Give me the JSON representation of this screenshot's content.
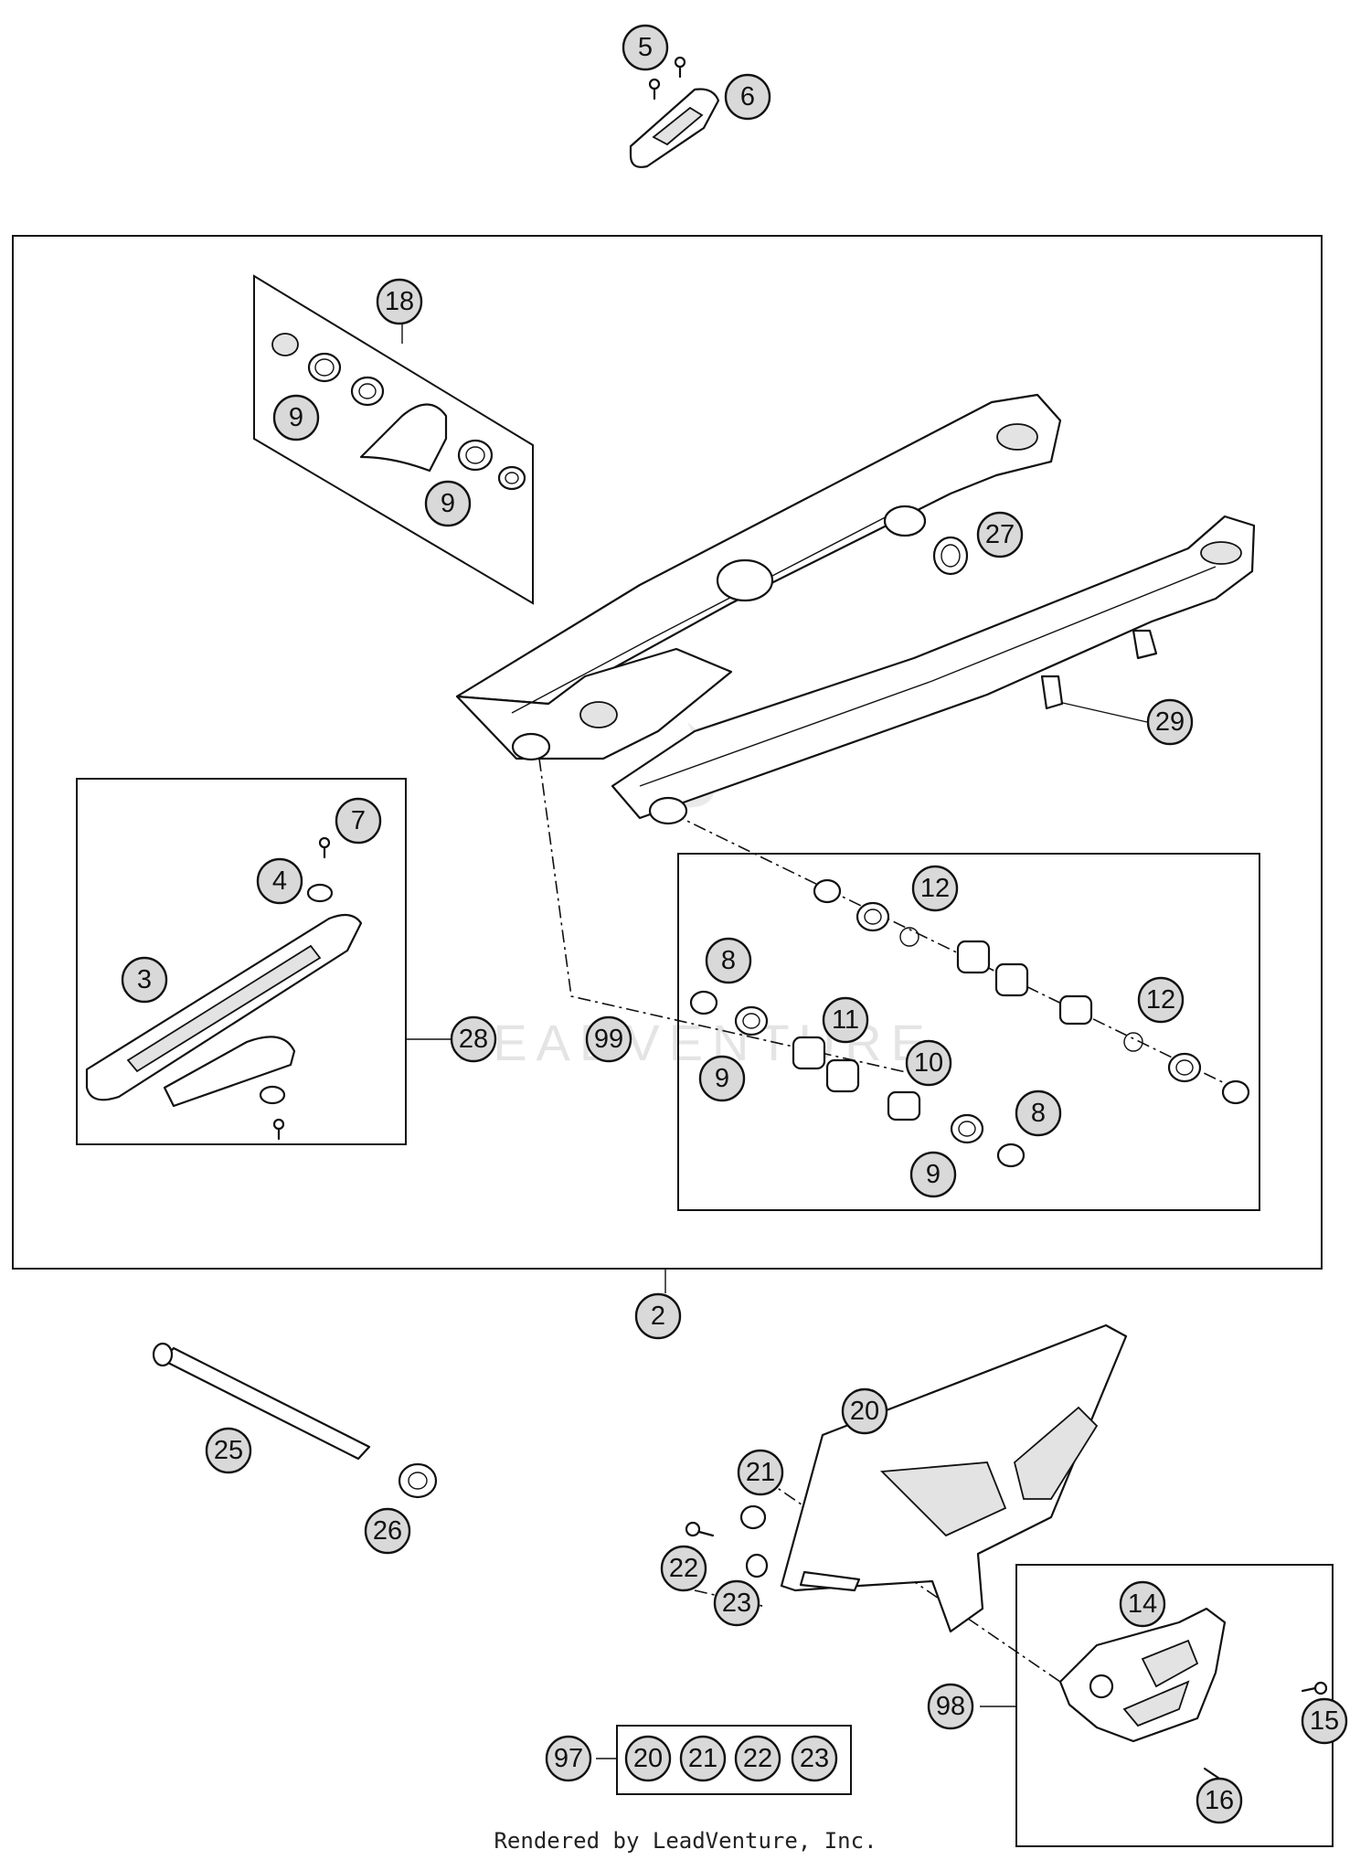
{
  "callouts": {
    "c5": "5",
    "c6": "6",
    "c18": "18",
    "c9a": "9",
    "c9b": "9",
    "c27": "27",
    "c29": "29",
    "c7": "7",
    "c4": "4",
    "c3": "3",
    "c28": "28",
    "c12a": "12",
    "c12b": "12",
    "c8a": "8",
    "c8b": "8",
    "c99": "99",
    "c11": "11",
    "c10": "10",
    "c9c": "9",
    "c9d": "9",
    "c2": "2",
    "c25": "25",
    "c26": "26",
    "c20": "20",
    "c21": "21",
    "c22": "22",
    "c23": "23",
    "c14": "14",
    "c98": "98",
    "c15": "15",
    "c16": "16",
    "c97": "97",
    "kit": [
      "20",
      "21",
      "22",
      "23"
    ]
  },
  "watermark": "LEADVENTURE",
  "footer": "Rendered by LeadVenture, Inc."
}
